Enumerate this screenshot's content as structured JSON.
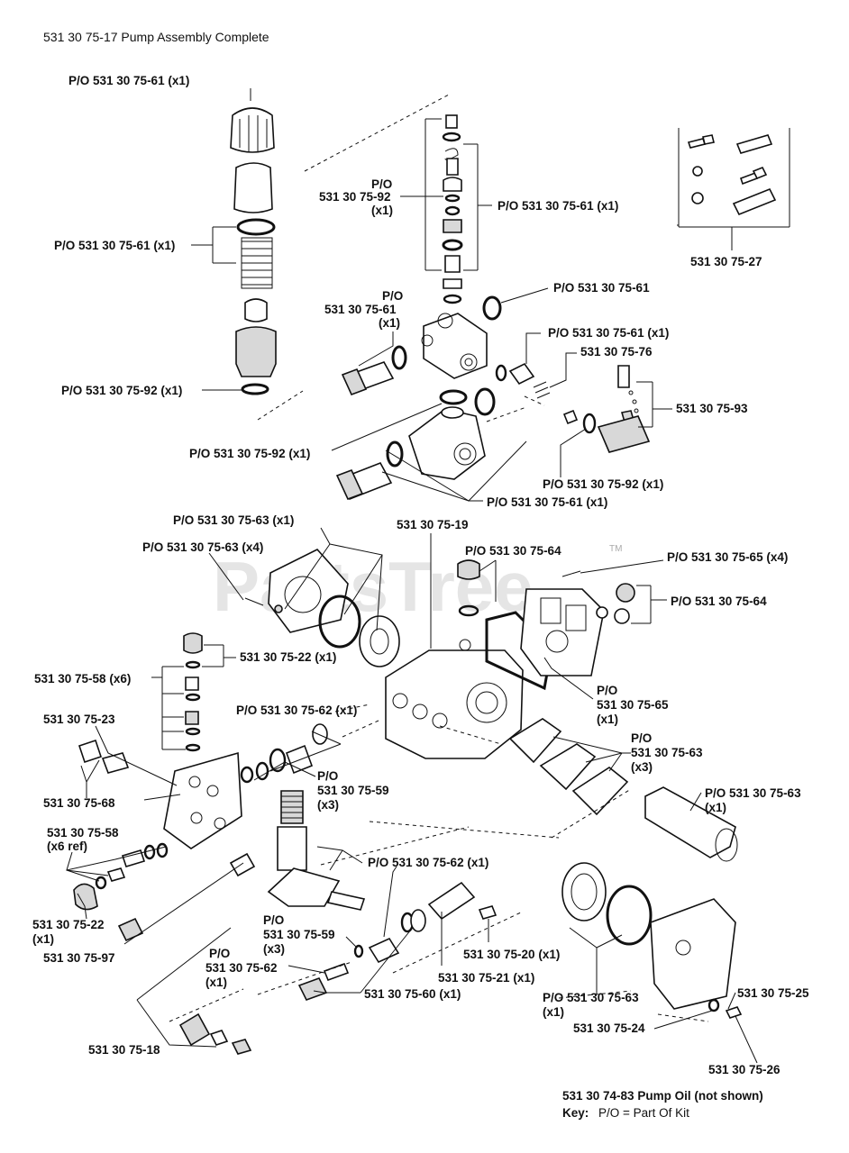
{
  "title": "531 30 75-17 Pump Assembly Complete",
  "watermark": "PartsTree",
  "trademark": "TM",
  "labels": {
    "cap_61": "P/O 531 30 75-61 (x1)",
    "spring_61": "P/O 531 30 75-61 (x1)",
    "oring_92_left": "P/O 531 30 75-92 (x1)",
    "po_top": "P/O",
    "n_92_top": "531 30 75-92",
    "x1_top": "(x1)",
    "valve_61": "P/O 531 30 75-61 (x1)",
    "kit_27": "531 30 75-27",
    "po_61_mid": "P/O",
    "n_61_mid": "531 30 75-61",
    "x1_mid": "(x1)",
    "seal_61": "P/O 531 30 75-61",
    "check_61": "P/O 531 30 75-61 (x1)",
    "n_76": "531 30 75-76",
    "n_93": "531 30 75-93",
    "oring_92_mid": "P/O 531 30 75-92 (x1)",
    "oring_92_right": "P/O 531 30 75-92 (x1)",
    "plug_61_bottom": "P/O 531 30 75-61 (x1)",
    "cover_63_top": "P/O 531 30 75-63 (x1)",
    "screw_63": "P/O 531 30 75-63 (x4)",
    "n_19": "531 30 75-19",
    "cap_64": "P/O 531 30 75-64",
    "screw_65": "P/O 531 30 75-65 (x4)",
    "plugs_64": "P/O 531 30 75-64",
    "n_22_top": "531 30 75-22 (x1)",
    "n_58_x6": "531 30 75-58 (x6)",
    "n_23": "531 30 75-23",
    "ring_62": "P/O 531 30 75-62 (x1)",
    "po_65": "P/O",
    "n_65": "531 30 75-65",
    "x1_65": "(x1)",
    "po_63_mid": "P/O",
    "n_63_mid": "531 30 75-63",
    "x3_63": "(x3)",
    "po_59_mid": "P/O",
    "n_59_mid": "531 30 75-59",
    "x3_59_mid": "(x3)",
    "n_68": "531 30 75-68",
    "shaft_63": "P/O 531 30 75-63",
    "x1_shaft": "(x1)",
    "n_58_ref": "531 30 75-58",
    "x6_ref": "(x6 ref)",
    "ring_62_b": "P/O 531 30 75-62 (x1)",
    "n_22_bottom": "531 30 75-22",
    "x1_22": "(x1)",
    "n_97": "531 30 75-97",
    "po_59_low": "P/O",
    "n_59_low": "531 30 75-59",
    "x3_59_low": "(x3)",
    "n_20": "531 30 75-20 (x1)",
    "po_62_low": "P/O",
    "n_62_low": "531 30 75-62",
    "x1_62_low": "(x1)",
    "n_21": "531 30 75-21 (x1)",
    "n_60": "531 30 75-60 (x1)",
    "cover_63_bottom": "P/O 531 30 75-63",
    "x1_cover": "(x1)",
    "n_25": "531 30 75-25",
    "n_24": "531 30 75-24",
    "n_18": "531 30 75-18",
    "n_26": "531 30 75-26",
    "oil_note": "531 30 74-83 Pump Oil  (not shown)",
    "key_label": "Key:",
    "key_text": "P/O = Part Of Kit"
  }
}
